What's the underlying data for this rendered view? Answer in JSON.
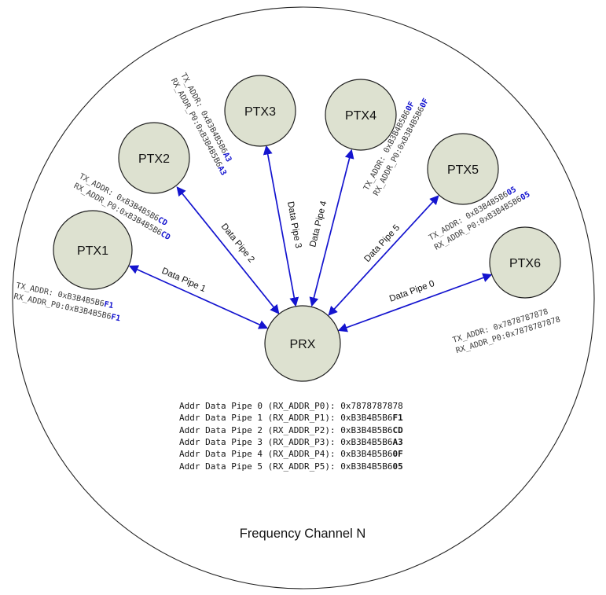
{
  "colors": {
    "arrow_blue": "#1414cf",
    "byte_blue": "#1414cf",
    "node_fill": "#dde1d0"
  },
  "figure": {
    "frequency_label": "Frequency Channel N",
    "prx": {
      "label": "PRX"
    },
    "ptx_nodes": [
      {
        "label": "PTX1",
        "pipe_label": "Data Pipe 1",
        "tx_line": "TX_ADDR:   0xB3B4B5B6",
        "rx_line": "RX_ADDR_P0:0xB3B4B5B6",
        "addr_byte": "F1"
      },
      {
        "label": "PTX2",
        "pipe_label": "Data Pipe 2",
        "tx_line": "TX_ADDR:   0xB3B4B5B6",
        "rx_line": "RX_ADDR_P0:0xB3B4B5B6",
        "addr_byte": "CD"
      },
      {
        "label": "PTX3",
        "pipe_label": "Data Pipe 3",
        "tx_line": "TX_ADDR:   0xB3B4B5B6",
        "rx_line": "RX_ADDR_P0:0xB3B4B5B6",
        "addr_byte": "A3"
      },
      {
        "label": "PTX4",
        "pipe_label": "Data Pipe 4",
        "tx_line": "TX_ADDR:   0xB3B4B5B6",
        "rx_line": "RX_ADDR_P0:0xB3B4B5B6",
        "addr_byte": "0F"
      },
      {
        "label": "PTX5",
        "pipe_label": "Data Pipe 5",
        "tx_line": "TX_ADDR:   0xB3B4B5B6",
        "rx_line": "RX_ADDR_P0:0xB3B4B5B6",
        "addr_byte": "05"
      },
      {
        "label": "PTX6",
        "pipe_label": "Data Pipe 0",
        "tx_line": "TX_ADDR:   0x7878787878",
        "rx_line": "RX_ADDR_P0:0x7878787878",
        "addr_byte": ""
      }
    ],
    "address_table": {
      "rows": [
        {
          "text": "Addr Data Pipe 0 (RX_ADDR_P0): 0x7878787878",
          "byte": ""
        },
        {
          "text": "Addr Data Pipe 1 (RX_ADDR_P1): 0xB3B4B5B6",
          "byte": "F1"
        },
        {
          "text": "Addr Data Pipe 2 (RX_ADDR_P2): 0xB3B4B5B6",
          "byte": "CD"
        },
        {
          "text": "Addr Data Pipe 3 (RX_ADDR_P3): 0xB3B4B5B6",
          "byte": "A3"
        },
        {
          "text": "Addr Data Pipe 4 (RX_ADDR_P4): 0xB3B4B5B6",
          "byte": "0F"
        },
        {
          "text": "Addr Data Pipe 5 (RX_ADDR_P5): 0xB3B4B5B6",
          "byte": "05"
        }
      ]
    }
  }
}
